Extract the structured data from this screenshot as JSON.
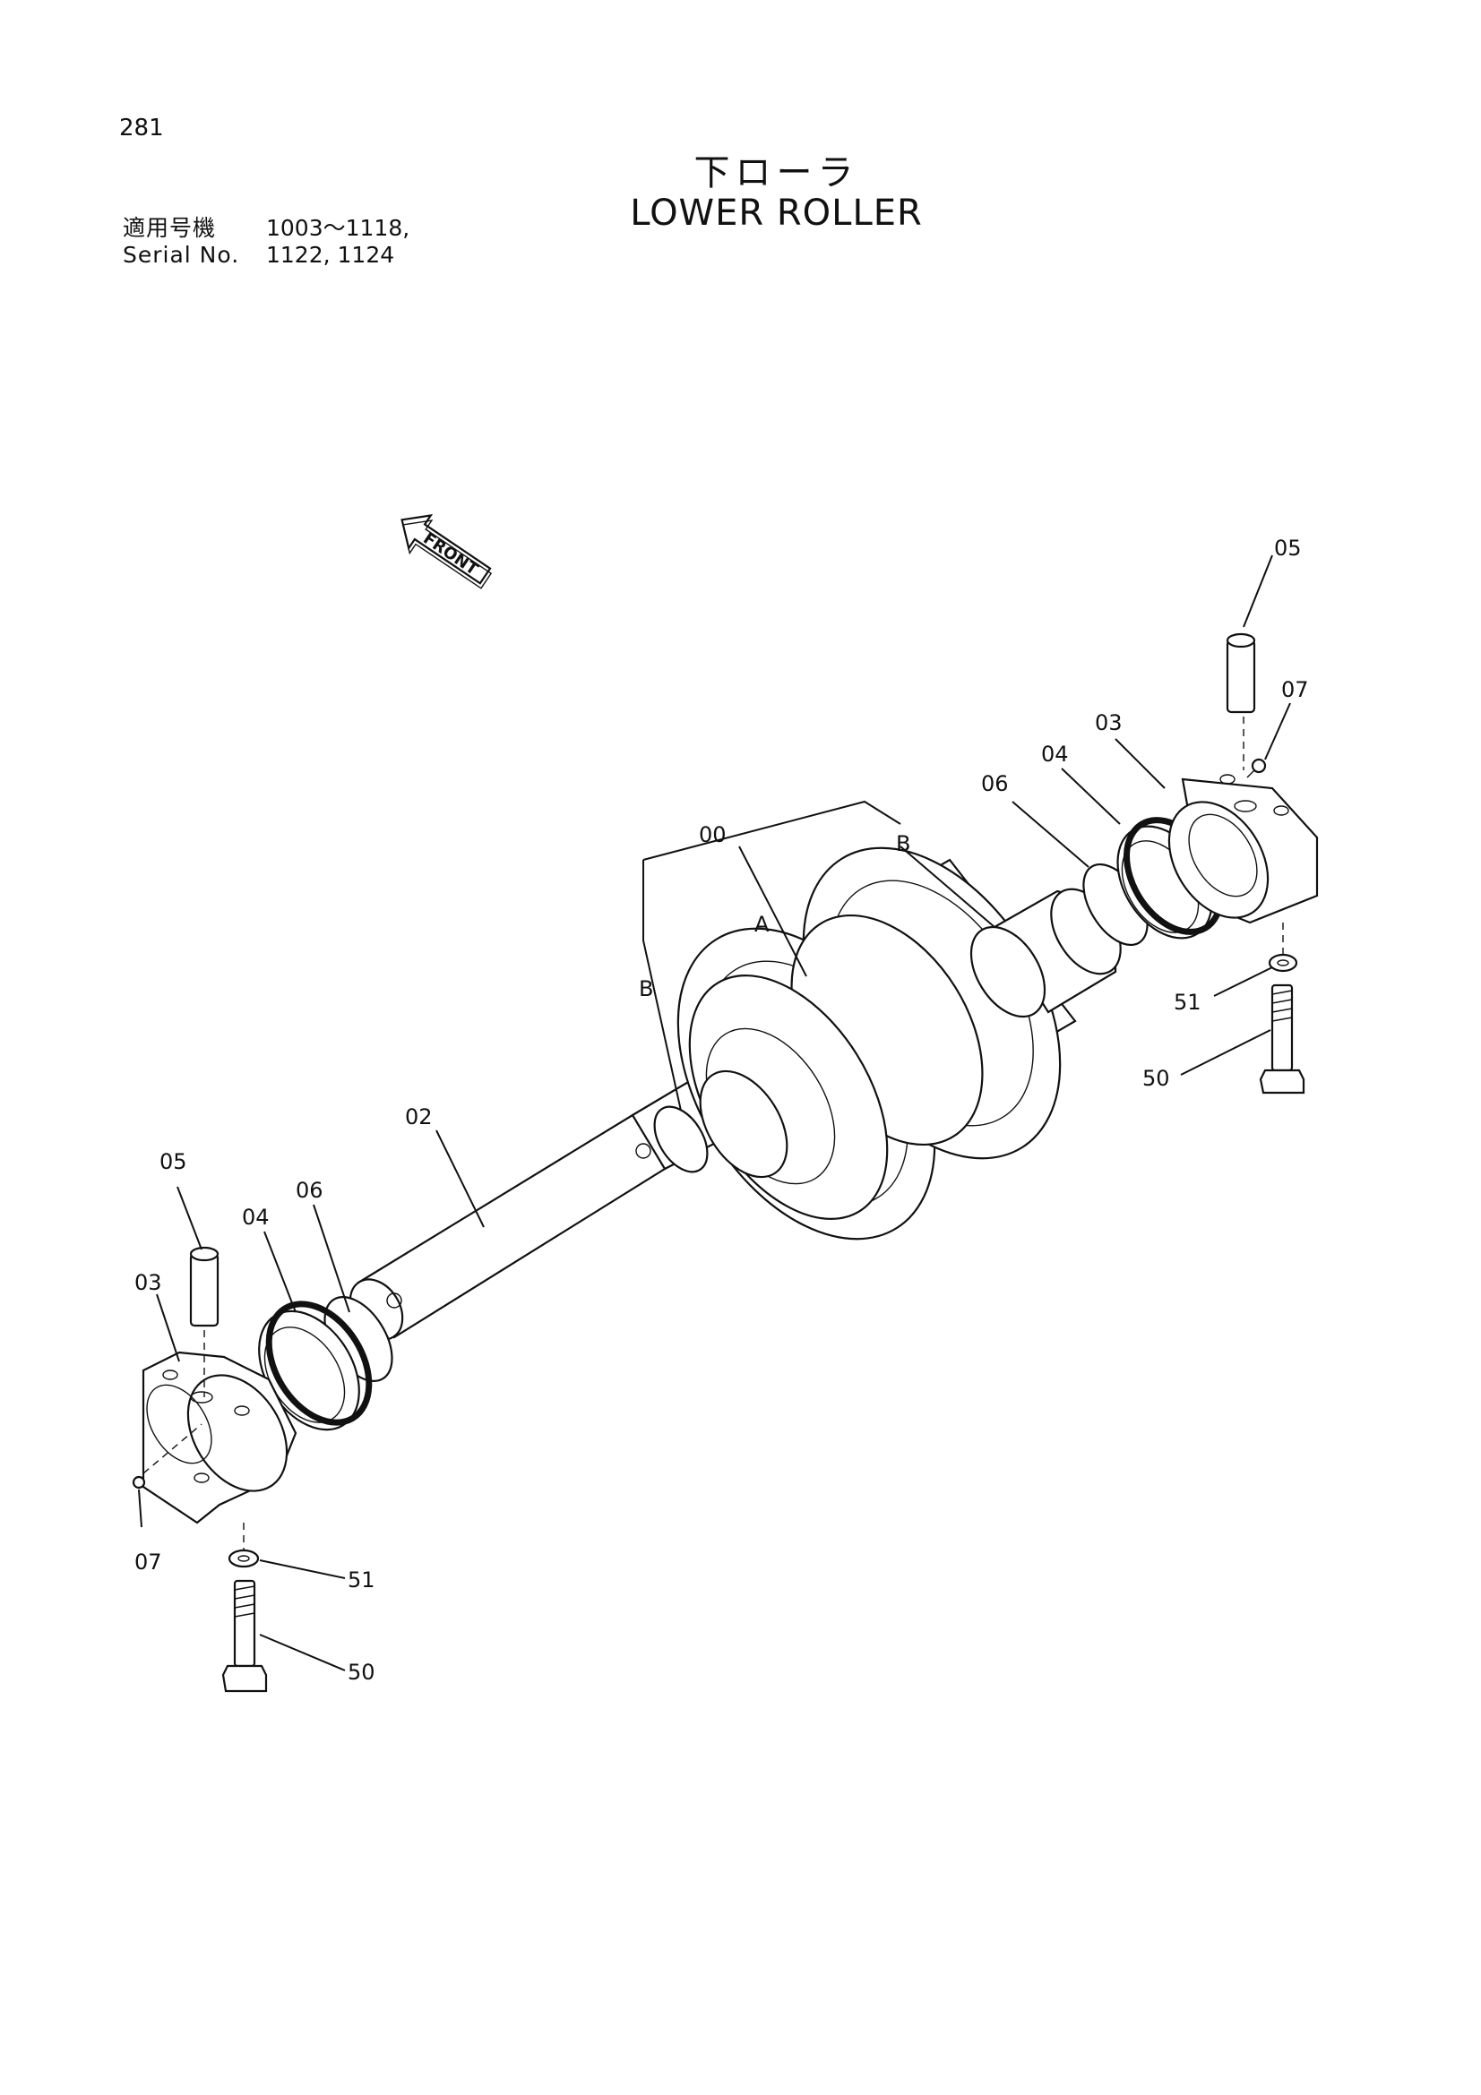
{
  "page_number": "281",
  "title": {
    "jp": "下ローラ",
    "en": "LOWER ROLLER"
  },
  "applicability": {
    "label_jp": "適用号機",
    "label_en": "Serial No.",
    "range_1": "1003～1118,",
    "range_2": "1122, 1124"
  },
  "front_marker": "FRONT",
  "callouts": {
    "c00": "00",
    "a": "A",
    "b_left": "B",
    "b_right": "B",
    "c02": "02",
    "r05": "05",
    "r07": "07",
    "r03": "03",
    "r04": "04",
    "r06": "06",
    "r51": "51",
    "r50": "50",
    "l05": "05",
    "l06": "06",
    "l04": "04",
    "l03": "03",
    "l07": "07",
    "l51": "51",
    "l50": "50"
  }
}
